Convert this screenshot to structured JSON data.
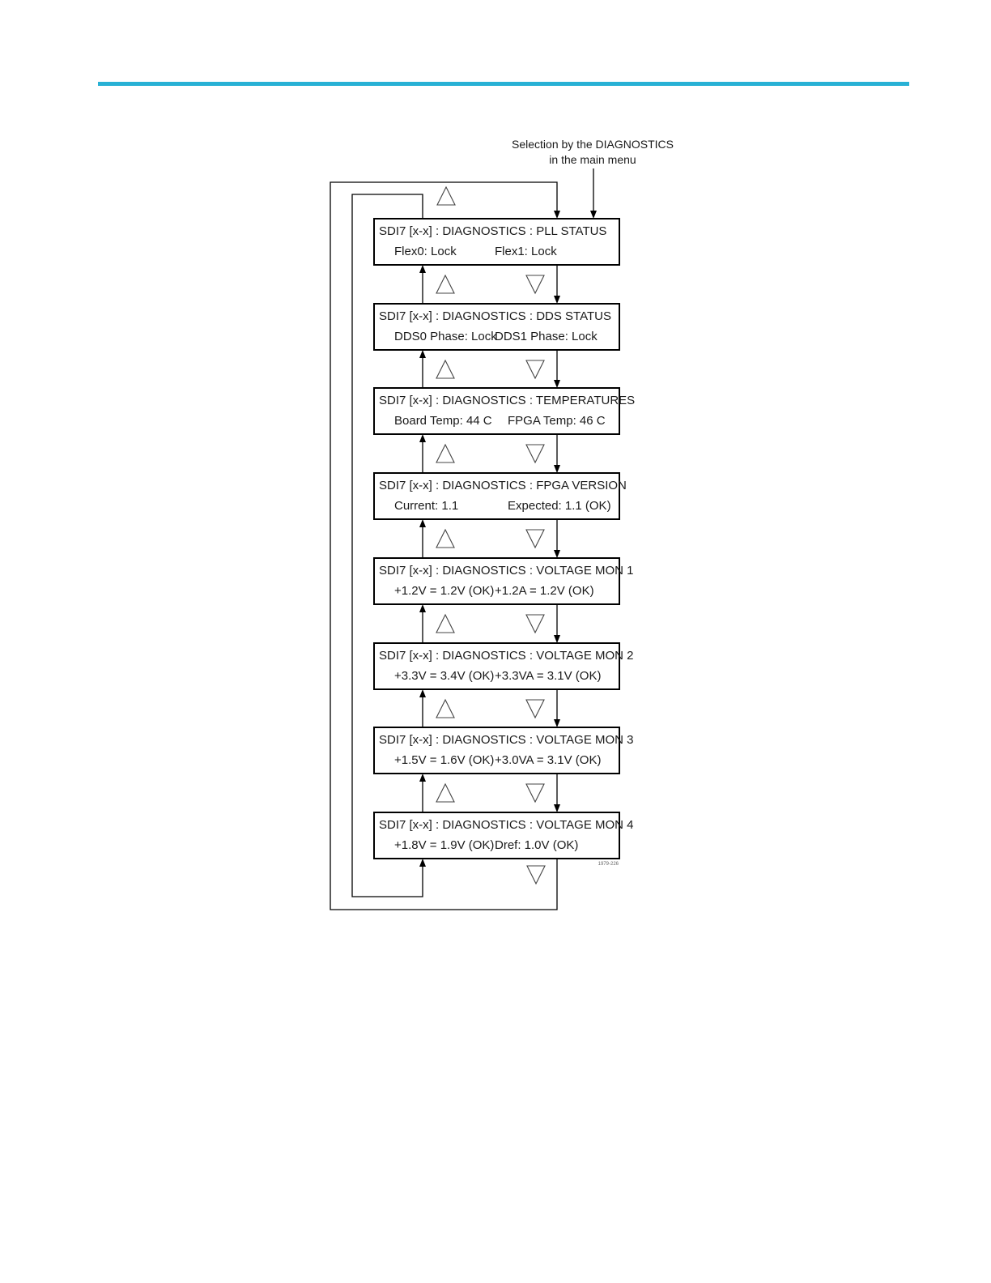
{
  "accent_color": "#28b1d5",
  "entry_note": [
    "Selection by the DIAGNOSTICS",
    "in the main menu"
  ],
  "figure_id": "1979-226",
  "screens": [
    {
      "title": "SDI7 [x-x] : DIAGNOSTICS : PLL STATUS",
      "fields": [
        "Flex0: Lock",
        "Flex1: Lock"
      ]
    },
    {
      "title": "SDI7 [x-x] : DIAGNOSTICS : DDS STATUS",
      "fields": [
        "DDS0 Phase: Lock",
        "DDS1 Phase: Lock"
      ]
    },
    {
      "title": "SDI7 [x-x] : DIAGNOSTICS : TEMPERATURES",
      "fields": [
        "Board Temp: 44 C",
        "FPGA Temp: 46 C"
      ]
    },
    {
      "title": "SDI7 [x-x] : DIAGNOSTICS : FPGA VERSION",
      "fields": [
        "Current: 1.1",
        "Expected: 1.1   (OK)"
      ]
    },
    {
      "title": "SDI7 [x-x] : DIAGNOSTICS : VOLTAGE MON 1",
      "fields": [
        "+1.2V = 1.2V  (OK)",
        "+1.2A = 1.2V  (OK)"
      ]
    },
    {
      "title": "SDI7 [x-x] : DIAGNOSTICS : VOLTAGE MON 2",
      "fields": [
        "+3.3V = 3.4V  (OK)",
        "+3.3VA = 3.1V  (OK)"
      ]
    },
    {
      "title": "SDI7 [x-x] : DIAGNOSTICS : VOLTAGE MON 3",
      "fields": [
        "+1.5V = 1.6V  (OK)",
        "+3.0VA = 3.1V  (OK)"
      ]
    },
    {
      "title": "SDI7 [x-x] : DIAGNOSTICS : VOLTAGE MON 4",
      "fields": [
        "+1.8V = 1.9V  (OK)",
        "Dref: 1.0V  (OK)"
      ]
    }
  ]
}
